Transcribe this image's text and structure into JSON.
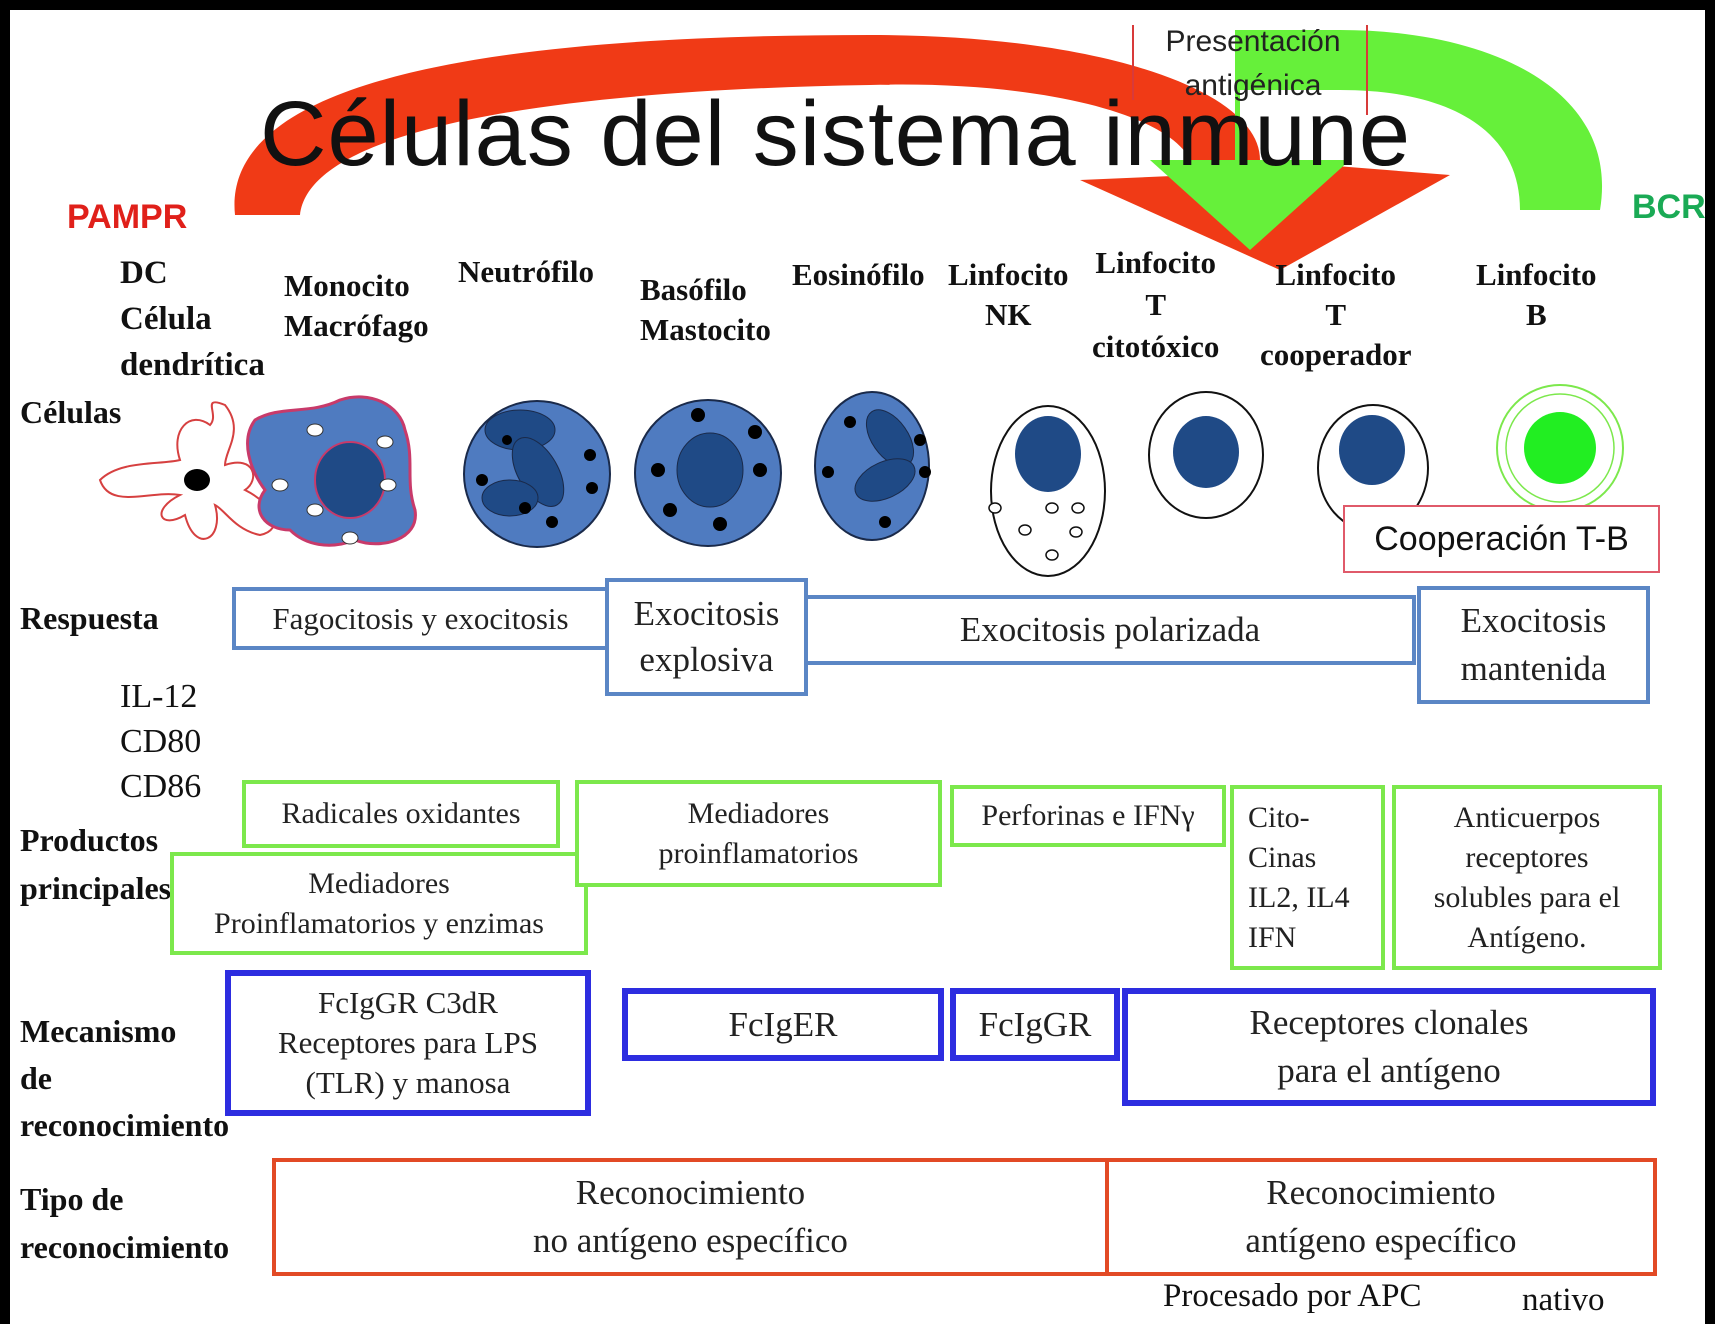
{
  "title": "Células del sistema inmune",
  "arrows": {
    "presentation": "Presentación\nantigénica",
    "pampr": "PAMPR",
    "bcr": "BCR",
    "cooperation": "Cooperación T-B"
  },
  "cell_headers": [
    "DC\nCélula\n dendrítica",
    "Monocito\nMacrófago",
    "Neutrófilo",
    "Basófilo\nMastocito",
    "Eosinófilo",
    "Linfocito\nNK",
    "Linfocito\nT\ncitotóxico",
    "Linfocito\nT\ncooperador",
    "Linfocito\nB"
  ],
  "row_labels": {
    "cells": "Células",
    "response": "Respuesta",
    "products": "Productos\nprincipales",
    "mechanism": "Mecanismo\n de\nreconocimiento",
    "type": "Tipo de\nreconocimiento"
  },
  "dc_markers": "IL-12\nCD80\nCD86",
  "responses": [
    "Fagocitosis y exocitosis",
    "Exocitosis\nexplosiva",
    "Exocitosis polarizada",
    "Exocitosis\nmantenida"
  ],
  "products": [
    "Radicales oxidantes",
    "Mediadores\nProinflamatorios y enzimas",
    "Mediadores\nproinflamatorios",
    "Perforinas e IFNγ",
    "Cito-\nCinas\nIL2, IL4\nIFN",
    "Anticuerpos\nreceptores\nsolubles para el\nAntígeno."
  ],
  "mechanisms": [
    "FcIgGR C3dR\nReceptores para LPS\n(TLR) y manosa",
    "FcIgER",
    "FcIgGR",
    "Receptores clonales\npara el antígeno"
  ],
  "recognition_types": [
    "Reconocimiento\nno antígeno específico",
    "Reconocimiento\nantígeno específico"
  ],
  "footnotes": [
    "Procesado por APC",
    "nativo"
  ],
  "colors": {
    "red_arrow": "#f03a16",
    "green_arrow": "#66f03a",
    "response_border": "#5b86c5",
    "product_border": "#7ce84c",
    "mechanism_border": "#2d2de0",
    "type_border": "#e24a25",
    "cell_fill": "#4f7bc0",
    "nucleus": "#1f4a86",
    "b_cell": "#22ee22"
  }
}
